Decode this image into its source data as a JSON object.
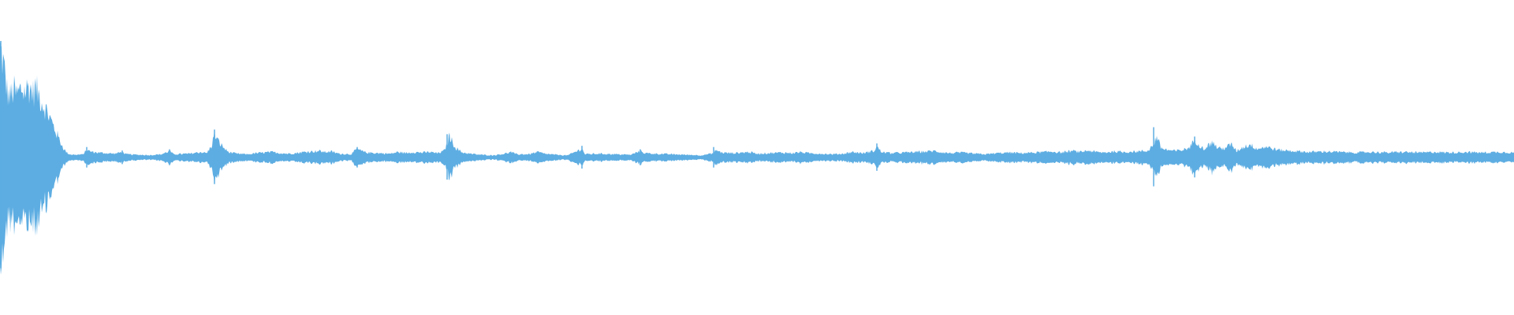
{
  "waveform": {
    "color": "#5dade2",
    "background": "#ffffff",
    "envelope": [
      [
        0,
        1.0
      ],
      [
        3,
        0.92
      ],
      [
        6,
        0.78
      ],
      [
        9,
        0.62
      ],
      [
        12,
        0.55
      ],
      [
        15,
        0.6
      ],
      [
        18,
        0.62
      ],
      [
        21,
        0.58
      ],
      [
        24,
        0.6
      ],
      [
        27,
        0.64
      ],
      [
        30,
        0.61
      ],
      [
        33,
        0.62
      ],
      [
        36,
        0.66
      ],
      [
        39,
        0.63
      ],
      [
        42,
        0.6
      ],
      [
        45,
        0.64
      ],
      [
        48,
        0.6
      ],
      [
        51,
        0.55
      ],
      [
        54,
        0.5
      ],
      [
        57,
        0.46
      ],
      [
        60,
        0.42
      ],
      [
        63,
        0.37
      ],
      [
        66,
        0.32
      ],
      [
        69,
        0.27
      ],
      [
        72,
        0.22
      ],
      [
        75,
        0.17
      ],
      [
        78,
        0.12
      ],
      [
        81,
        0.08
      ],
      [
        84,
        0.05
      ],
      [
        88,
        0.03
      ],
      [
        95,
        0.025
      ],
      [
        105,
        0.028
      ],
      [
        110,
        0.07
      ],
      [
        113,
        0.06
      ],
      [
        118,
        0.05
      ],
      [
        125,
        0.045
      ],
      [
        135,
        0.04
      ],
      [
        145,
        0.035
      ],
      [
        155,
        0.05
      ],
      [
        160,
        0.03
      ],
      [
        175,
        0.025
      ],
      [
        190,
        0.022
      ],
      [
        205,
        0.03
      ],
      [
        215,
        0.06
      ],
      [
        220,
        0.03
      ],
      [
        240,
        0.035
      ],
      [
        255,
        0.05
      ],
      [
        262,
        0.04
      ],
      [
        268,
        0.1
      ],
      [
        272,
        0.22
      ],
      [
        276,
        0.16
      ],
      [
        280,
        0.12
      ],
      [
        285,
        0.08
      ],
      [
        290,
        0.05
      ],
      [
        300,
        0.035
      ],
      [
        315,
        0.03
      ],
      [
        325,
        0.04
      ],
      [
        335,
        0.045
      ],
      [
        345,
        0.05
      ],
      [
        355,
        0.04
      ],
      [
        365,
        0.035
      ],
      [
        375,
        0.04
      ],
      [
        385,
        0.05
      ],
      [
        395,
        0.055
      ],
      [
        405,
        0.06
      ],
      [
        412,
        0.05
      ],
      [
        420,
        0.055
      ],
      [
        430,
        0.035
      ],
      [
        445,
        0.03
      ],
      [
        453,
        0.08
      ],
      [
        458,
        0.06
      ],
      [
        465,
        0.045
      ],
      [
        480,
        0.04
      ],
      [
        495,
        0.035
      ],
      [
        505,
        0.05
      ],
      [
        515,
        0.04
      ],
      [
        525,
        0.05
      ],
      [
        535,
        0.045
      ],
      [
        545,
        0.05
      ],
      [
        555,
        0.04
      ],
      [
        563,
        0.06
      ],
      [
        567,
        0.12
      ],
      [
        570,
        0.2
      ],
      [
        574,
        0.14
      ],
      [
        578,
        0.09
      ],
      [
        585,
        0.05
      ],
      [
        595,
        0.035
      ],
      [
        610,
        0.025
      ],
      [
        625,
        0.02
      ],
      [
        640,
        0.035
      ],
      [
        648,
        0.05
      ],
      [
        655,
        0.03
      ],
      [
        670,
        0.03
      ],
      [
        683,
        0.05
      ],
      [
        690,
        0.035
      ],
      [
        705,
        0.025
      ],
      [
        720,
        0.02
      ],
      [
        738,
        0.08
      ],
      [
        742,
        0.03
      ],
      [
        760,
        0.035
      ],
      [
        780,
        0.03
      ],
      [
        800,
        0.025
      ],
      [
        812,
        0.06
      ],
      [
        818,
        0.04
      ],
      [
        830,
        0.035
      ],
      [
        850,
        0.03
      ],
      [
        870,
        0.025
      ],
      [
        890,
        0.02
      ],
      [
        905,
        0.04
      ],
      [
        908,
        0.07
      ],
      [
        915,
        0.045
      ],
      [
        930,
        0.04
      ],
      [
        950,
        0.05
      ],
      [
        960,
        0.035
      ],
      [
        975,
        0.04
      ],
      [
        990,
        0.045
      ],
      [
        1005,
        0.04
      ],
      [
        1015,
        0.05
      ],
      [
        1025,
        0.04
      ],
      [
        1040,
        0.035
      ],
      [
        1055,
        0.03
      ],
      [
        1070,
        0.035
      ],
      [
        1080,
        0.05
      ],
      [
        1095,
        0.04
      ],
      [
        1108,
        0.06
      ],
      [
        1112,
        0.1
      ],
      [
        1118,
        0.05
      ],
      [
        1130,
        0.04
      ],
      [
        1145,
        0.045
      ],
      [
        1160,
        0.05
      ],
      [
        1175,
        0.055
      ],
      [
        1185,
        0.06
      ],
      [
        1192,
        0.05
      ],
      [
        1205,
        0.04
      ],
      [
        1220,
        0.045
      ],
      [
        1235,
        0.035
      ],
      [
        1250,
        0.03
      ],
      [
        1265,
        0.04
      ],
      [
        1280,
        0.045
      ],
      [
        1295,
        0.04
      ],
      [
        1310,
        0.045
      ],
      [
        1325,
        0.05
      ],
      [
        1335,
        0.055
      ],
      [
        1345,
        0.045
      ],
      [
        1360,
        0.06
      ],
      [
        1370,
        0.05
      ],
      [
        1380,
        0.065
      ],
      [
        1390,
        0.05
      ],
      [
        1400,
        0.045
      ],
      [
        1412,
        0.055
      ],
      [
        1425,
        0.05
      ],
      [
        1440,
        0.055
      ],
      [
        1455,
        0.06
      ],
      [
        1463,
        0.12
      ],
      [
        1467,
        0.2
      ],
      [
        1472,
        0.09
      ],
      [
        1480,
        0.07
      ],
      [
        1490,
        0.06
      ],
      [
        1500,
        0.07
      ],
      [
        1508,
        0.09
      ],
      [
        1515,
        0.16
      ],
      [
        1520,
        0.13
      ],
      [
        1526,
        0.08
      ],
      [
        1532,
        0.11
      ],
      [
        1538,
        0.14
      ],
      [
        1544,
        0.09
      ],
      [
        1550,
        0.08
      ],
      [
        1556,
        0.1
      ],
      [
        1562,
        0.12
      ],
      [
        1568,
        0.06
      ],
      [
        1575,
        0.09
      ],
      [
        1585,
        0.12
      ],
      [
        1595,
        0.08
      ],
      [
        1605,
        0.1
      ],
      [
        1620,
        0.07
      ],
      [
        1640,
        0.06
      ],
      [
        1660,
        0.05
      ],
      [
        1680,
        0.055
      ],
      [
        1700,
        0.05
      ],
      [
        1720,
        0.045
      ],
      [
        1740,
        0.05
      ],
      [
        1760,
        0.045
      ],
      [
        1780,
        0.05
      ],
      [
        1800,
        0.045
      ],
      [
        1820,
        0.05
      ],
      [
        1840,
        0.045
      ],
      [
        1860,
        0.05
      ],
      [
        1880,
        0.045
      ],
      [
        1900,
        0.05
      ],
      [
        1920,
        0.045
      ]
    ],
    "spikes": [
      [
        1,
        1.0
      ],
      [
        110,
        0.09
      ],
      [
        155,
        0.06
      ],
      [
        215,
        0.07
      ],
      [
        272,
        0.24
      ],
      [
        453,
        0.09
      ],
      [
        567,
        0.2
      ],
      [
        738,
        0.1
      ],
      [
        812,
        0.07
      ],
      [
        905,
        0.09
      ],
      [
        1112,
        0.12
      ],
      [
        1463,
        0.26
      ],
      [
        1515,
        0.18
      ]
    ]
  }
}
